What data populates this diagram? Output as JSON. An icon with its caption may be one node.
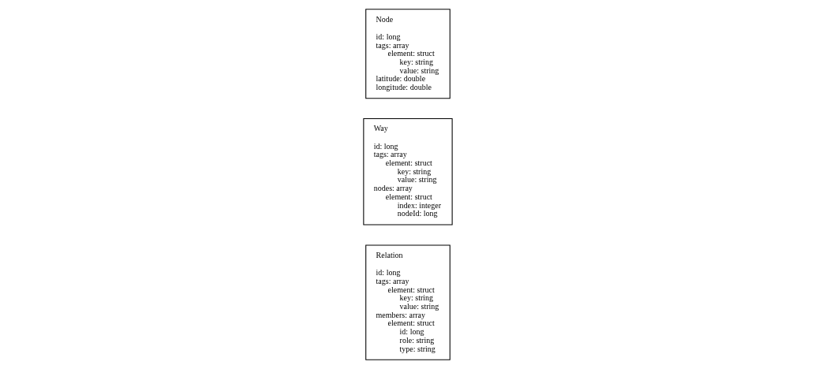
{
  "diagram": {
    "nodes": [
      {
        "text": [
          "Node",
          "id: long",
          "tags: array",
          "element: struct",
          "key: string",
          "value: string",
          "latitude: double",
          "longitude: double"
        ]
      },
      {
        "text": [
          "Way",
          "id: long",
          "tags: array",
          "element: struct",
          "key: string",
          "value: string",
          "nodes: array",
          "element: struct",
          "index: integer",
          "nodeId: long"
        ]
      },
      {
        "text": [
          "Relation",
          "id: long",
          "tags: array",
          "element: struct",
          "key: string",
          "value: string",
          "members: array",
          "element: struct",
          "id: long",
          "role: string",
          "type: string"
        ]
      }
    ],
    "edges": []
  }
}
